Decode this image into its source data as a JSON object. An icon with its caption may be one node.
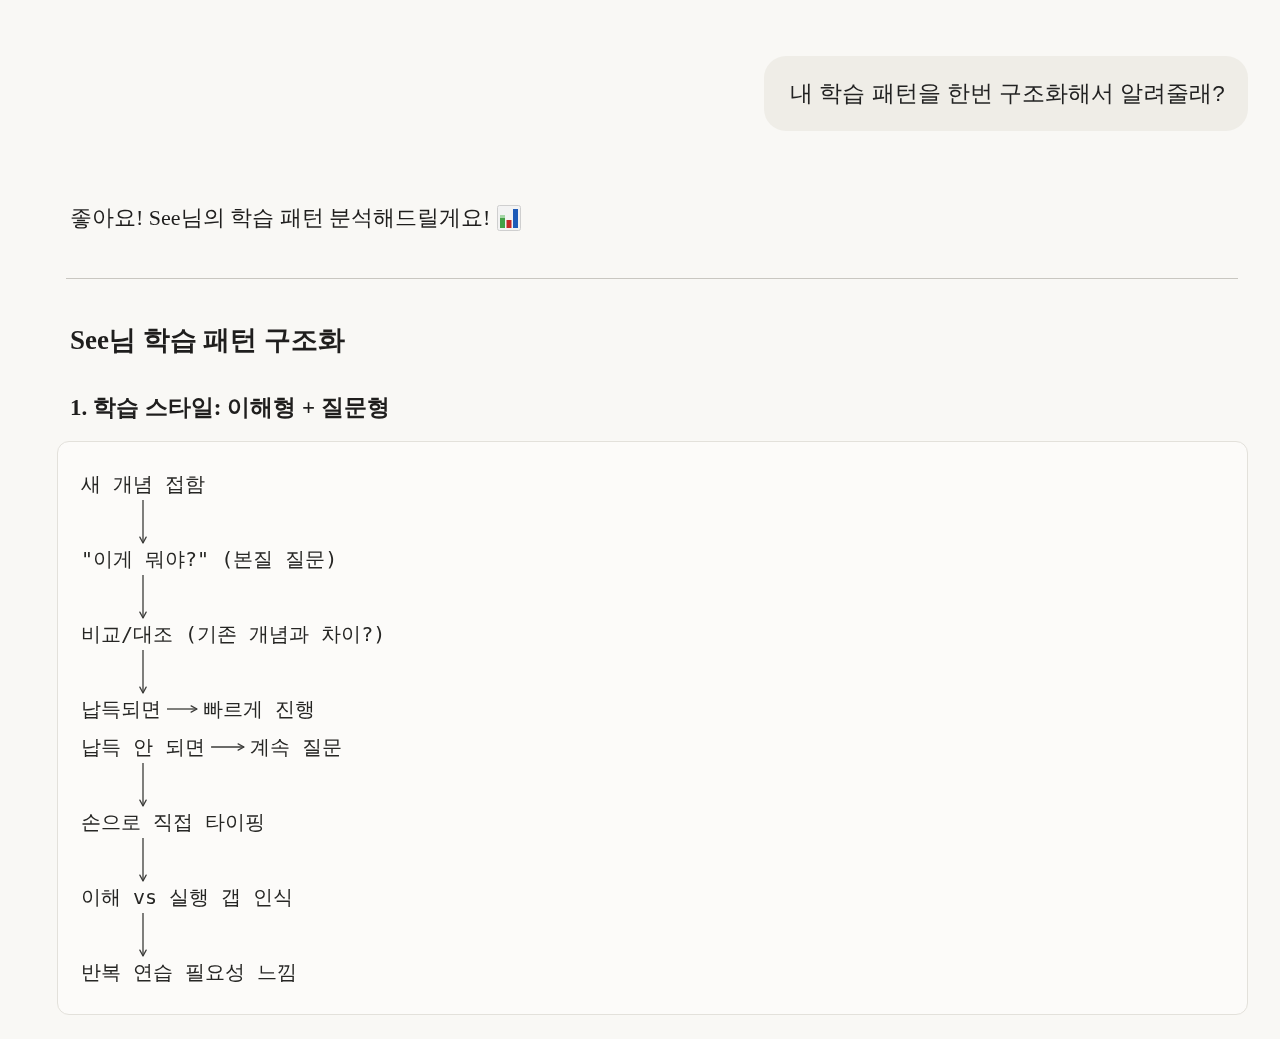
{
  "diagram": {
    "title": "See님 학습 패턴 구조화",
    "nodes": [
      {
        "text": [
          "내 학습 패턴을 한번 구조화해서 알려줄래?"
        ]
      },
      {
        "text": [],
        "shape": "box"
      },
      {
        "text": [
          "새 개념 접함"
        ],
        "in": 1
      },
      {
        "text": [
          "\"이게 뭐야?\" (본질 질문)"
        ],
        "in": 1
      },
      {
        "text": [
          "비교/대조 (기존 개념과 차이?)"
        ],
        "in": 1
      },
      {
        "text": [
          "납득되면"
        ],
        "in": 1
      },
      {
        "text": [
          "빠르게 진행"
        ],
        "in": 1
      },
      {
        "text": [
          "납득 안 되면"
        ],
        "in": 1
      },
      {
        "text": [
          "계속 질문"
        ],
        "in": 1
      },
      {
        "text": [
          "손으로 직접 타이핑"
        ],
        "in": 1
      },
      {
        "text": [
          "이해 vs 실행 갭 인식"
        ],
        "in": 1
      },
      {
        "text": [
          "반복 연습 필요성 느낌"
        ],
        "in": 1
      }
    ],
    "edges": [
      {
        "from": 2,
        "to": 3,
        "arrow": "to"
      },
      {
        "from": 3,
        "to": 4,
        "arrow": "to"
      },
      {
        "from": 4,
        "to": 5,
        "arrow": "to"
      },
      {
        "from": 5,
        "to": 6,
        "arrow": "to"
      },
      {
        "from": 7,
        "to": 8,
        "arrow": "to"
      },
      {
        "from": 7,
        "to": 9,
        "arrow": "to"
      },
      {
        "from": 9,
        "to": 10,
        "arrow": "to"
      },
      {
        "from": 10,
        "to": 11,
        "arrow": "to"
      }
    ],
    "labels": [
      "좋아요! See님의 학습 패턴 분석해드릴게요!",
      "1. 학습 스타일: 이해형 + 질문형"
    ]
  }
}
